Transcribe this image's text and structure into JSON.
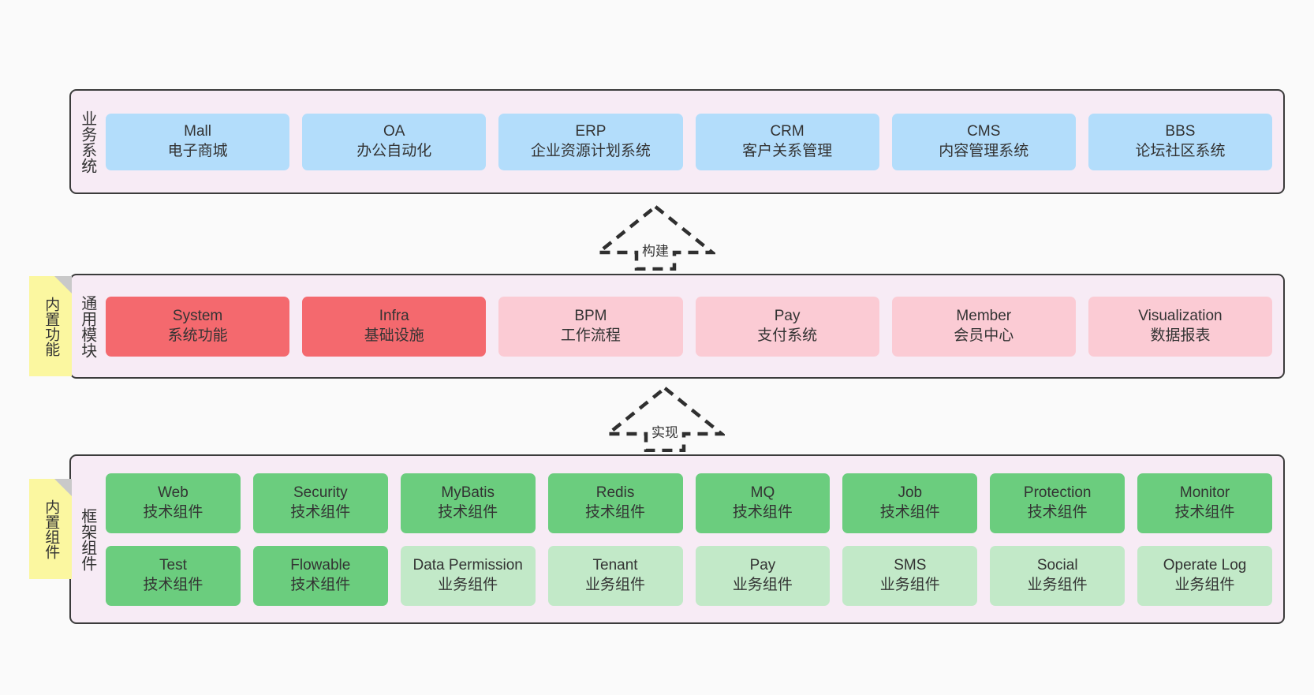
{
  "page": {
    "background_color": "#fafafa",
    "container_color": "#f7ebf5",
    "container_border_color": "#3b3b3b",
    "sticky_color": "#fbf7a0"
  },
  "layers": {
    "business": {
      "title": "业务系统",
      "color": "#b3ddfb",
      "cards": [
        {
          "en": "Mall",
          "cn": "电子商城"
        },
        {
          "en": "OA",
          "cn": "办公自动化"
        },
        {
          "en": "ERP",
          "cn": "企业资源计划系统"
        },
        {
          "en": "CRM",
          "cn": "客户关系管理"
        },
        {
          "en": "CMS",
          "cn": "内容管理系统"
        },
        {
          "en": "BBS",
          "cn": "论坛社区系统"
        }
      ]
    },
    "modules": {
      "title": "通用模块",
      "sticky": "内置功能",
      "color_primary": "#f4696e",
      "color_secondary": "#fbcbd4",
      "cards": [
        {
          "en": "System",
          "cn": "系统功能",
          "tone": "primary"
        },
        {
          "en": "Infra",
          "cn": "基础设施",
          "tone": "primary"
        },
        {
          "en": "BPM",
          "cn": "工作流程",
          "tone": "secondary"
        },
        {
          "en": "Pay",
          "cn": "支付系统",
          "tone": "secondary"
        },
        {
          "en": "Member",
          "cn": "会员中心",
          "tone": "secondary"
        },
        {
          "en": "Visualization",
          "cn": "数据报表",
          "tone": "secondary"
        }
      ]
    },
    "framework": {
      "title": "框架组件",
      "sticky": "内置组件",
      "color_primary": "#6bcd7e",
      "color_secondary": "#c2e9c8",
      "row1": [
        {
          "en": "Web",
          "cn": "技术组件",
          "tone": "primary"
        },
        {
          "en": "Security",
          "cn": "技术组件",
          "tone": "primary"
        },
        {
          "en": "MyBatis",
          "cn": "技术组件",
          "tone": "primary"
        },
        {
          "en": "Redis",
          "cn": "技术组件",
          "tone": "primary"
        },
        {
          "en": "MQ",
          "cn": "技术组件",
          "tone": "primary"
        },
        {
          "en": "Job",
          "cn": "技术组件",
          "tone": "primary"
        },
        {
          "en": "Protection",
          "cn": "技术组件",
          "tone": "primary"
        },
        {
          "en": "Monitor",
          "cn": "技术组件",
          "tone": "primary"
        }
      ],
      "row2": [
        {
          "en": "Test",
          "cn": "技术组件",
          "tone": "primary"
        },
        {
          "en": "Flowable",
          "cn": "技术组件",
          "tone": "primary"
        },
        {
          "en": "Data Permission",
          "cn": "业务组件",
          "tone": "secondary"
        },
        {
          "en": "Tenant",
          "cn": "业务组件",
          "tone": "secondary"
        },
        {
          "en": "Pay",
          "cn": "业务组件",
          "tone": "secondary"
        },
        {
          "en": "SMS",
          "cn": "业务组件",
          "tone": "secondary"
        },
        {
          "en": "Social",
          "cn": "业务组件",
          "tone": "secondary"
        },
        {
          "en": "Operate Log",
          "cn": "业务组件",
          "tone": "secondary"
        }
      ]
    }
  },
  "arrows": [
    {
      "id": "build",
      "label": "构建",
      "direction": "up",
      "style": "dashed-hollow-generalization"
    },
    {
      "id": "realize",
      "label": "实现",
      "direction": "up",
      "style": "dashed-hollow-generalization"
    }
  ]
}
